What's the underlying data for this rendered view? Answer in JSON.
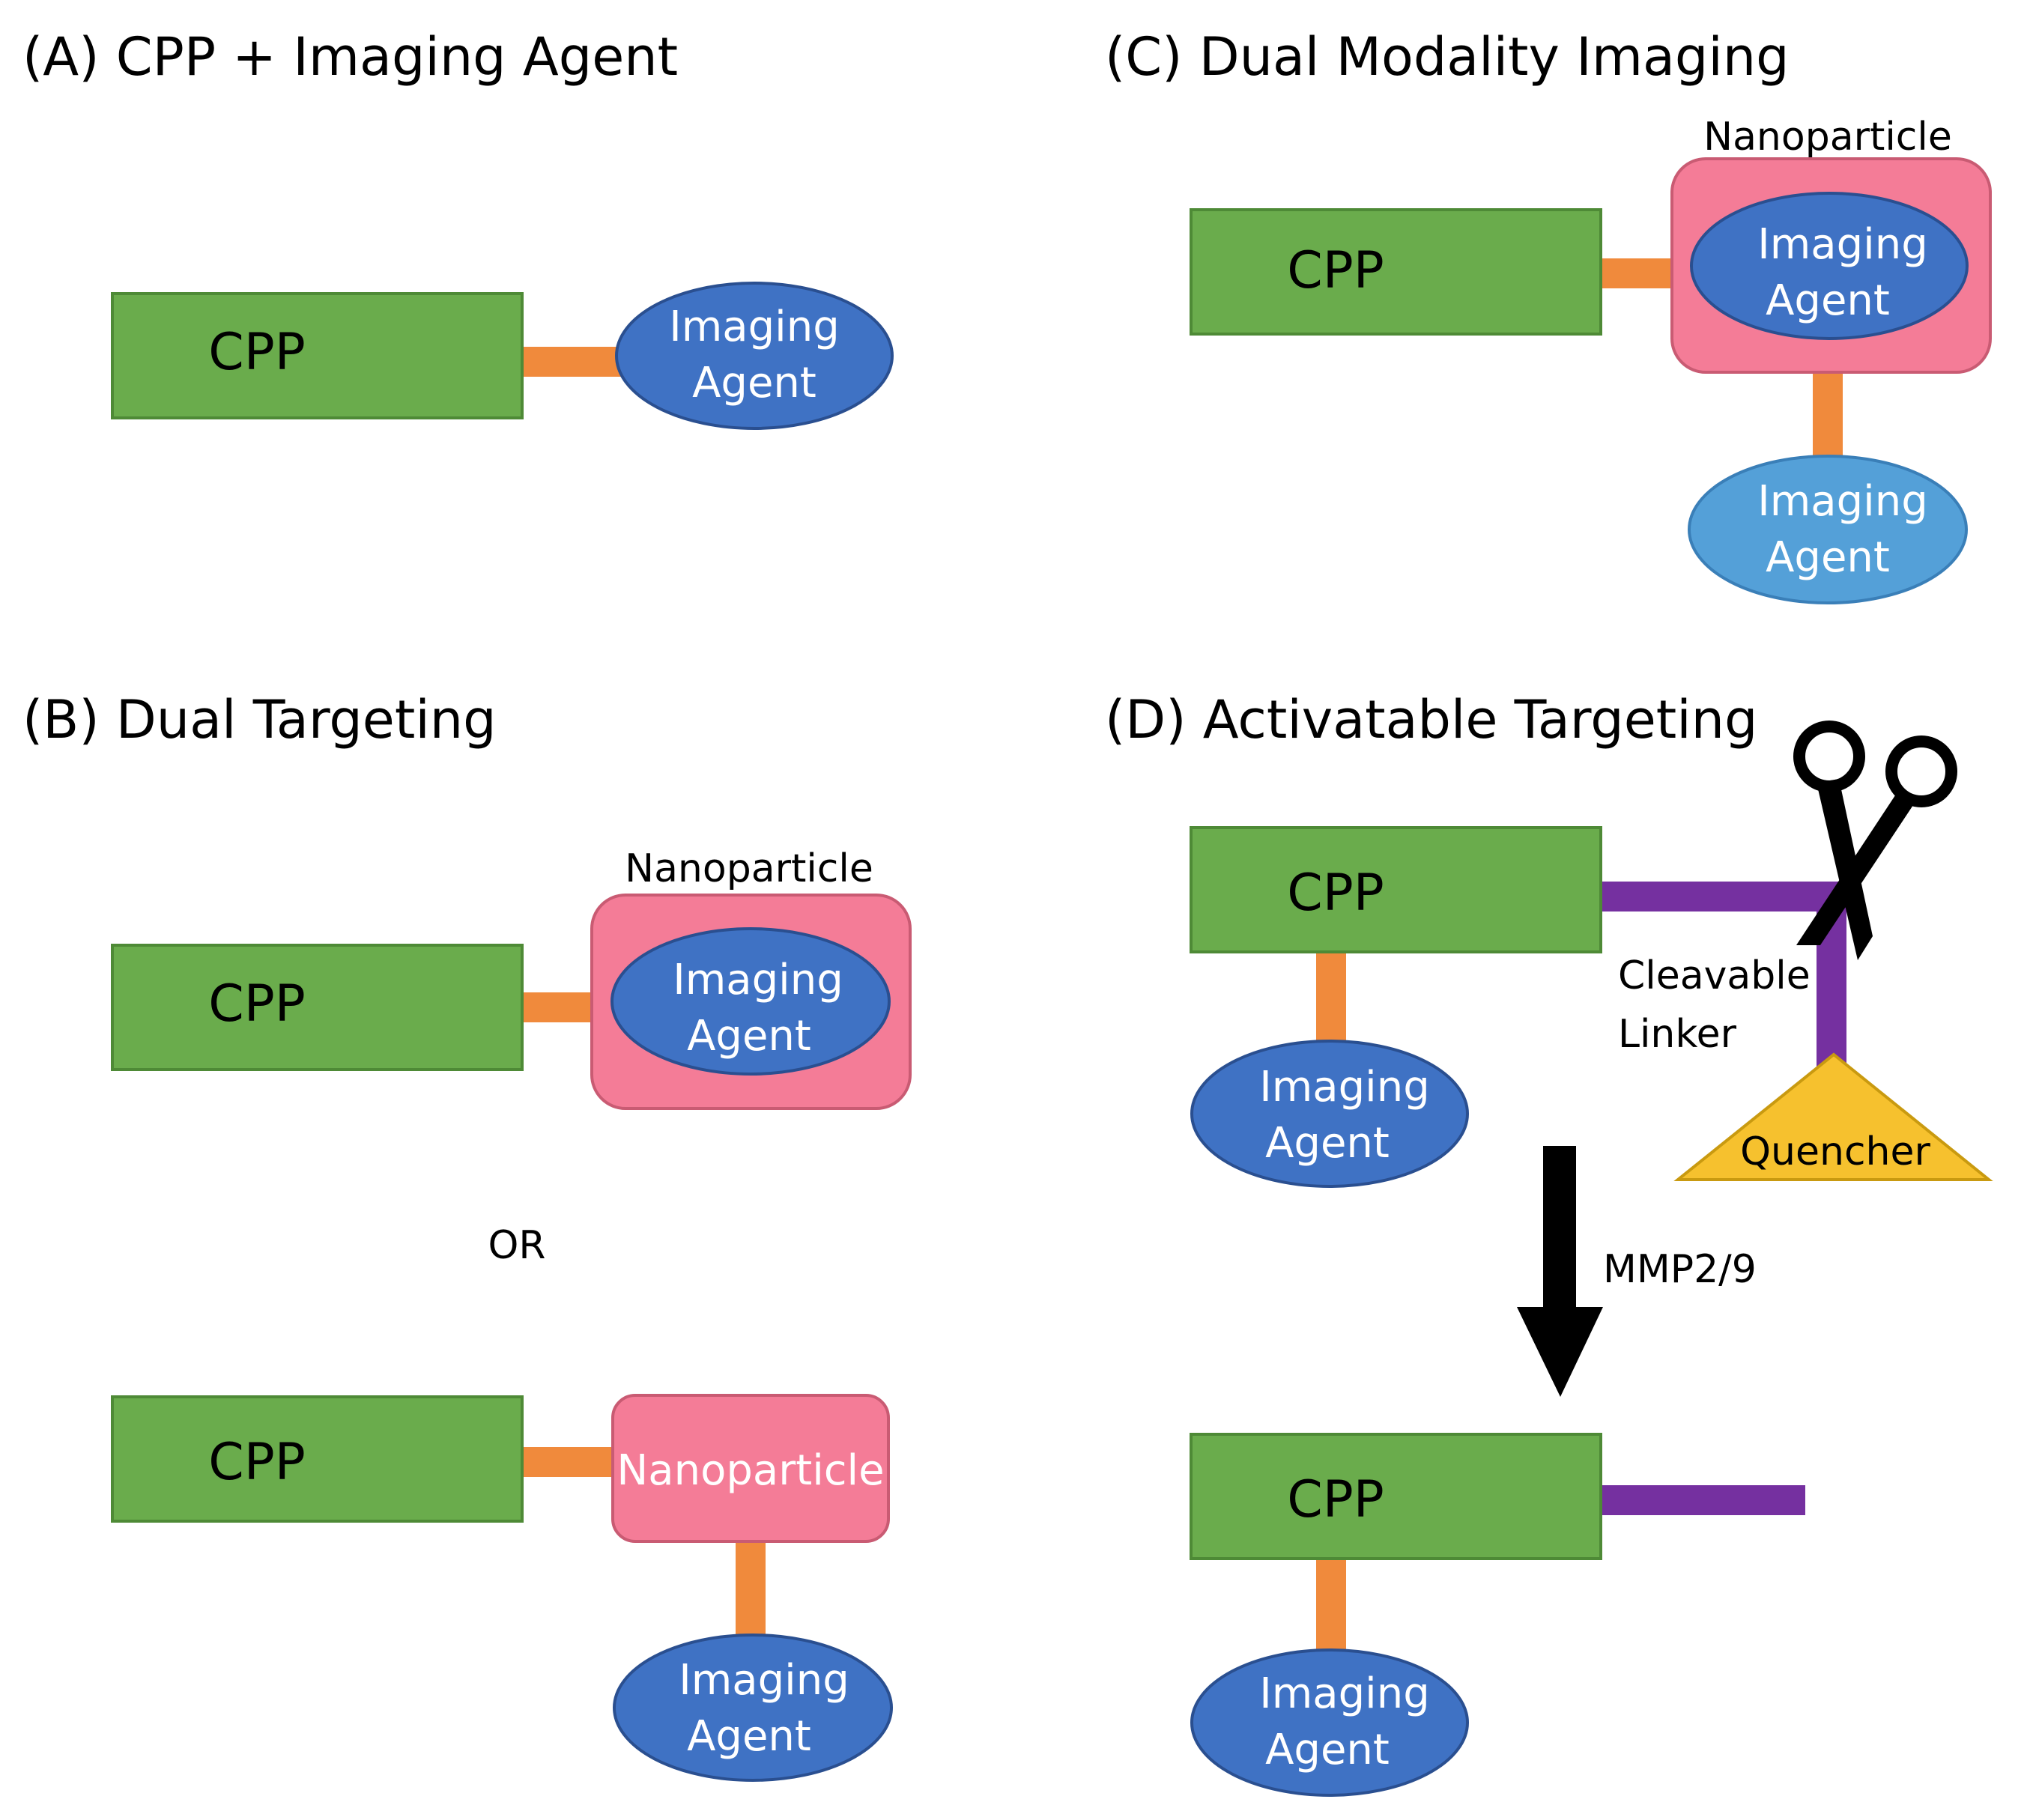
{
  "colors": {
    "cpp_fill": "#6aac4c",
    "cpp_stroke": "#4e8a36",
    "agent_fill": "#3f72c4",
    "agent_stroke": "#2a4f90",
    "agent_light_fill": "#54a0d8",
    "agent_light_stroke": "#3a7fb8",
    "nanoparticle_fill": "#f47c97",
    "nanoparticle_stroke": "#c95b73",
    "linker_orange": "#f08a3c",
    "linker_purple": "#7530a0",
    "quencher_fill": "#f6c12e",
    "quencher_stroke": "#c99a10",
    "arrow": "#000000"
  },
  "panels": {
    "a": {
      "title": "(A)  CPP + Imaging Agent",
      "cpp": "CPP",
      "agent_line1": "Imaging",
      "agent_line2": "Agent"
    },
    "b": {
      "title": "(B)  Dual Targeting",
      "top_cpp": "CPP",
      "top_nanoparticle_caption": "Nanoparticle",
      "top_agent_line1": "Imaging",
      "top_agent_line2": "Agent",
      "or_label": "OR",
      "bottom_cpp": "CPP",
      "bottom_nanoparticle": "Nanoparticle",
      "bottom_agent_line1": "Imaging",
      "bottom_agent_line2": "Agent"
    },
    "c": {
      "title": "(C)  Dual Modality Imaging",
      "cpp": "CPP",
      "nanoparticle_caption": "Nanoparticle",
      "inner_agent_line1": "Imaging",
      "inner_agent_line2": "Agent",
      "outer_agent_line1": "Imaging",
      "outer_agent_line2": "Agent"
    },
    "d": {
      "title": "(D)  Activatable Targeting",
      "top_cpp": "CPP",
      "top_agent_line1": "Imaging",
      "top_agent_line2": "Agent",
      "linker_line1": "Cleavable",
      "linker_line2": "Linker",
      "quencher": "Quencher",
      "enzyme": "MMP2/9",
      "scissors_icon": "scissors-icon",
      "bottom_cpp": "CPP",
      "bottom_agent_line1": "Imaging",
      "bottom_agent_line2": "Agent"
    }
  }
}
